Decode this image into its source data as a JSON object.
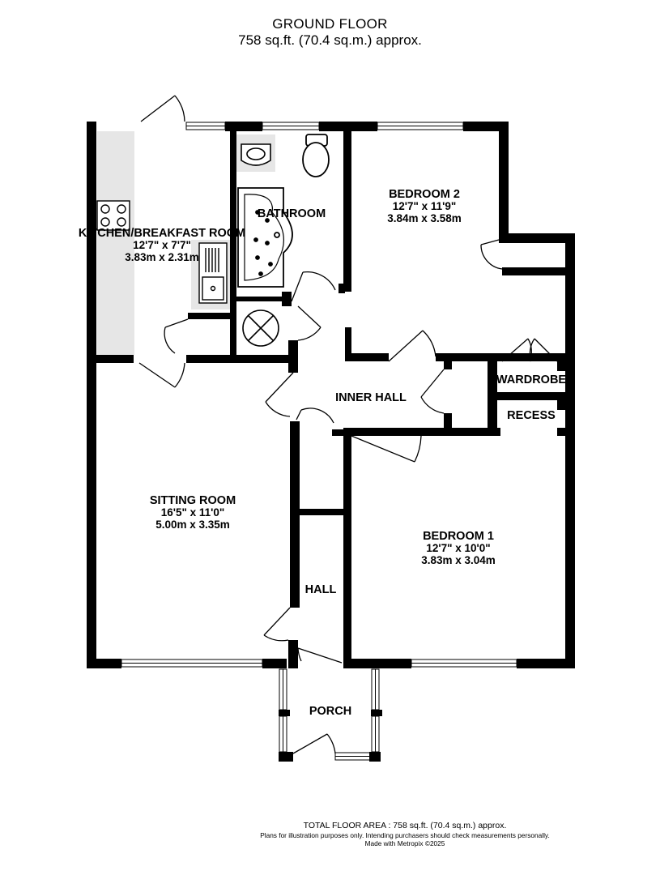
{
  "header": {
    "title": "GROUND FLOOR",
    "area": "758 sq.ft. (70.4 sq.m.) approx."
  },
  "rooms": {
    "kitchen": {
      "name": "KITCHEN/BREAKFAST ROOM",
      "imperial": "12'7\" x 7'7\"",
      "metric": "3.83m x 2.31m"
    },
    "bathroom": {
      "name": "BATHROOM"
    },
    "bedroom2": {
      "name": "BEDROOM 2",
      "imperial": "12'7\" x 11'9\"",
      "metric": "3.84m x 3.58m"
    },
    "wardrobe": {
      "name": "WARDROBE"
    },
    "recess": {
      "name": "RECESS"
    },
    "inner_hall": {
      "name": "INNER HALL"
    },
    "sitting_room": {
      "name": "SITTING ROOM",
      "imperial": "16'5\" x 11'0\"",
      "metric": "5.00m x 3.35m"
    },
    "bedroom1": {
      "name": "BEDROOM 1",
      "imperial": "12'7\" x 10'0\"",
      "metric": "3.83m x 3.04m"
    },
    "hall": {
      "name": "HALL"
    },
    "porch": {
      "name": "PORCH"
    }
  },
  "footer": {
    "total": "TOTAL FLOOR AREA : 758 sq.ft. (70.4 sq.m.) approx.",
    "disclaimer": "Plans for illustration purposes only. Intending purchasers should check measurements personally.",
    "credit": "Made with Metropix ©2025"
  },
  "colors": {
    "wall": "#000000",
    "fixture_fill": "#e6e6e6",
    "background": "#ffffff"
  }
}
